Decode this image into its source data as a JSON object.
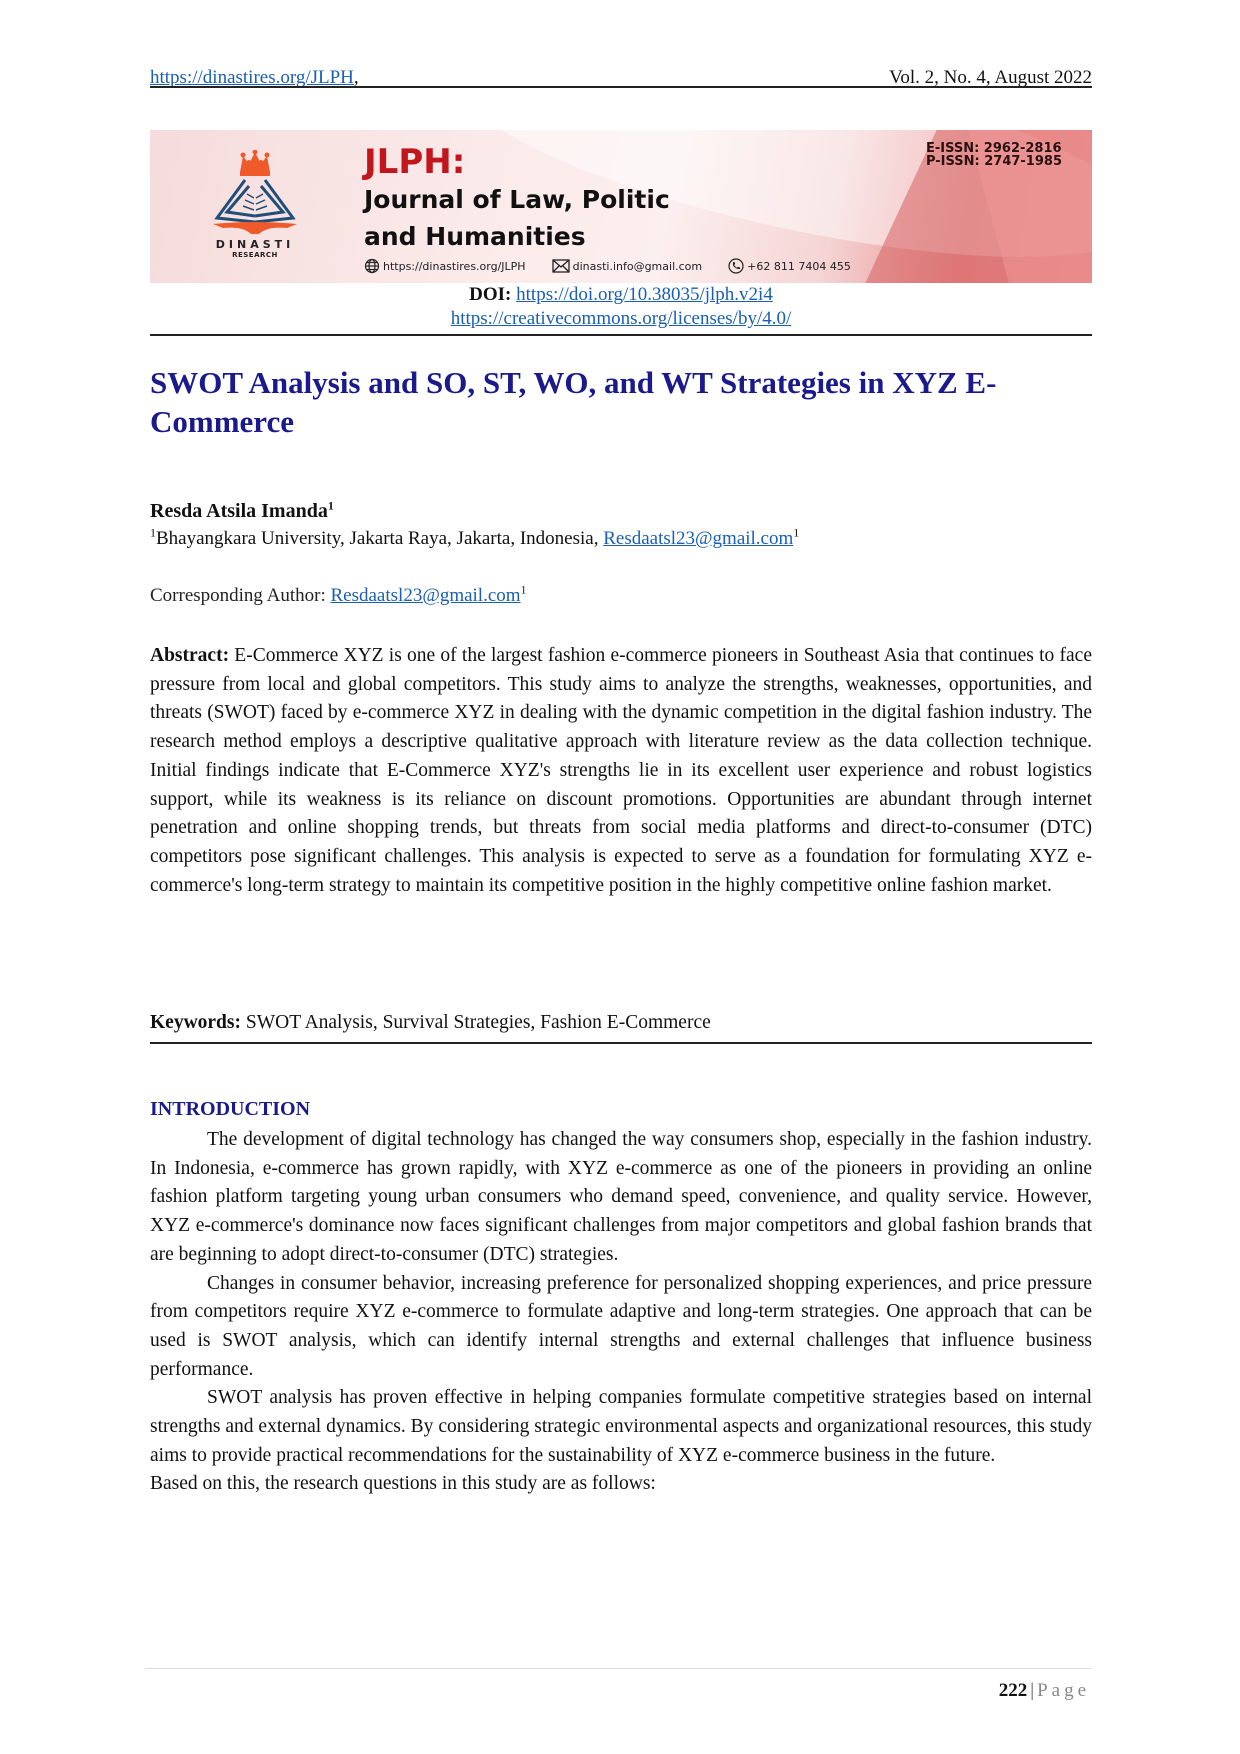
{
  "header": {
    "journal_url": "https://dinastires.org/JLPH",
    "journal_url_suffix": ",",
    "volume_info": "Vol. 2, No. 4, August 2022"
  },
  "banner": {
    "publisher": "DINASTI",
    "publisher_sub": "RESEARCH",
    "journal_abbr": "JLPH:",
    "journal_name_line1": "Journal of Law, Politic",
    "journal_name_line2": "and Humanities",
    "e_issn": "E-ISSN: 2962-2816",
    "p_issn": "P-ISSN: 2747-1985",
    "website": "https://dinastires.org/JLPH",
    "email": "dinasti.info@gmail.com",
    "phone": "+62 811 7404 455",
    "icons": [
      "globe-icon",
      "mail-icon",
      "phone-icon"
    ],
    "colors": {
      "abbr": "#c0161c",
      "accent_pink": "#e88f8f"
    }
  },
  "doi": {
    "label": "DOI:",
    "url": "https://doi.org/10.38035/jlph.v2i4",
    "license_url": "https://creativecommons.org/licenses/by/4.0/"
  },
  "article": {
    "title": "SWOT Analysis and SO, ST, WO, and WT Strategies in XYZ E-Commerce",
    "title_color": "#1a1a8c",
    "author": {
      "name": "Resda Atsila Imanda",
      "sup": "1",
      "affiliation_sup": "1",
      "affiliation": "Bhayangkara University, Jakarta Raya, Jakarta, Indonesia, ",
      "email": "Resdaatsl23@gmail.com",
      "email_sup": "1"
    },
    "corresponding": {
      "label": "Corresponding Author: ",
      "email": "Resdaatsl23@gmail.com",
      "sup": "1"
    },
    "abstract": {
      "label": "Abstract:",
      "text": " E-Commerce XYZ is one of the largest fashion e-commerce pioneers in Southeast Asia that continues to face pressure from local and global competitors. This study aims to analyze the strengths, weaknesses, opportunities, and threats (SWOT) faced by e-commerce XYZ in dealing with the dynamic competition in the digital fashion industry. The research method employs a descriptive qualitative approach with literature review as the data collection technique. Initial findings indicate that E-Commerce XYZ's strengths lie in its excellent user experience and robust logistics support, while its weakness is its reliance on discount promotions. Opportunities are abundant through internet penetration and online shopping trends, but threats from social media platforms and direct-to-consumer (DTC) competitors pose significant challenges. This analysis is expected to serve as a foundation for formulating XYZ e-commerce's long-term strategy to maintain its competitive position in the highly competitive online fashion market."
    },
    "keywords": {
      "label": "Keywords:",
      "text": " SWOT Analysis, Survival Strategies, Fashion E-Commerce"
    },
    "introduction": {
      "heading": "INTRODUCTION",
      "paragraphs": [
        "The development of digital technology has changed the way consumers shop, especially in the fashion industry. In Indonesia, e-commerce has grown rapidly, with XYZ e-commerce as one of the pioneers in providing an online fashion platform targeting young urban consumers who demand speed, convenience, and quality service. However, XYZ e-commerce's dominance now faces significant challenges from major competitors and global fashion brands that are beginning to adopt direct-to-consumer (DTC) strategies.",
        "Changes in consumer behavior, increasing preference for personalized shopping experiences, and price pressure from competitors require XYZ e-commerce to formulate adaptive and long-term strategies. One approach that can be used is SWOT analysis, which can identify internal strengths and external challenges that influence business performance.",
        "SWOT analysis has proven effective in helping companies formulate competitive strategies based on internal strengths and external dynamics. By considering strategic environmental aspects and organizational resources, this study aims to provide practical recommendations for the sustainability of XYZ e-commerce business in the future.",
        "Based on this, the research questions in this study are as follows:"
      ]
    }
  },
  "footer": {
    "page_number": "222",
    "separator": "|",
    "page_label": "Page"
  }
}
